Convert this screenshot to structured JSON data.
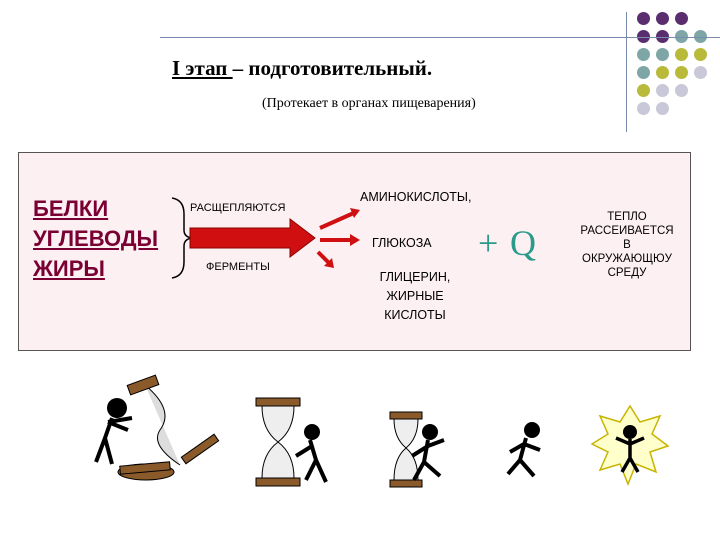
{
  "slide": {
    "title_stage": "I этап ",
    "title_rest": "– подготовительный.",
    "subtitle": "(Протекает в органах пищеварения)"
  },
  "inputs": [
    "БЕЛКИ",
    "УГЛЕВОДЫ",
    "ЖИРЫ"
  ],
  "arrow": {
    "top_label": "РАСЩЕПЛЯЮТСЯ",
    "bottom_label": "ФЕРМЕНТЫ"
  },
  "products": {
    "amino": "АМИНОКИСЛОТЫ,",
    "glucose": "ГЛЮКОЗА",
    "glycerol_line1": "ГЛИЦЕРИН,",
    "glycerol_line2": "ЖИРНЫЕ",
    "glycerol_line3": "КИСЛОТЫ"
  },
  "energy": {
    "plus": "+",
    "q": "Q"
  },
  "heat": {
    "line1": "ТЕПЛО",
    "line2": "РАССЕИВАЕТСЯ",
    "line3": "В",
    "line4": "ОКРУЖАЮЩЮУ",
    "line5": "СРЕДУ"
  },
  "colors": {
    "dot_purple": "#5a2d6e",
    "dot_teal": "#7fa6a6",
    "dot_olive": "#b9b93a",
    "dot_gray": "#c8c8d8",
    "arrow_red": "#d01010",
    "panel_bg": "#fdf0f2",
    "q_color": "#2a9a8a"
  },
  "clipart": [
    "stick-figure-hourglass-icon",
    "hourglass-figure-icon",
    "hourglass-runner-icon",
    "running-figure-icon",
    "burst-figure-icon"
  ]
}
